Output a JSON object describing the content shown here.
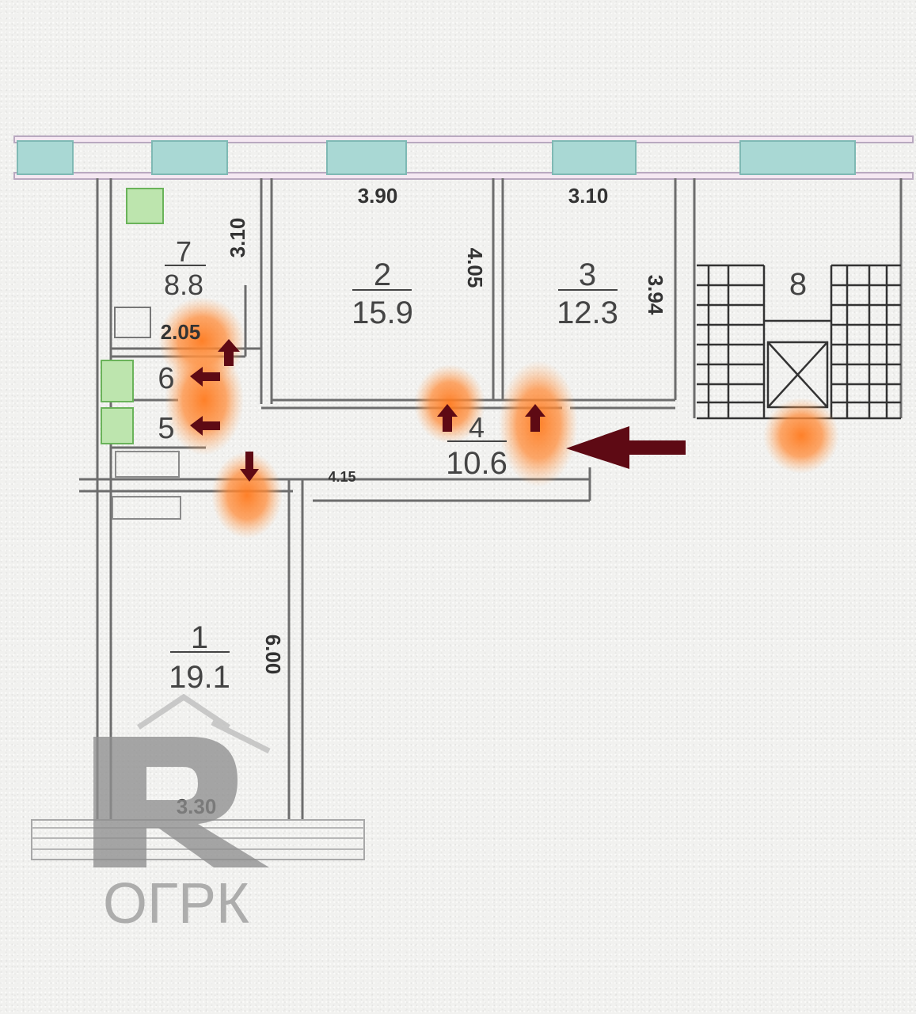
{
  "rooms": [
    {
      "number": "7",
      "area": "8.8"
    },
    {
      "number": "2",
      "area": "15.9"
    },
    {
      "number": "3",
      "area": "12.3"
    },
    {
      "number": "8",
      "area": ""
    },
    {
      "number": "6",
      "area": ""
    },
    {
      "number": "5",
      "area": ""
    },
    {
      "number": "4",
      "area": "10.6"
    },
    {
      "number": "1",
      "area": "19.1"
    }
  ],
  "dimensions": {
    "room7_height": "3.10",
    "room2_width": "3.90",
    "room2_height": "4.05",
    "room3_width": "3.10",
    "room3_height": "3.94",
    "bath_width": "2.05",
    "corridor_width": "4.15",
    "room1_height": "6.00",
    "room1_width": "3.30"
  },
  "logo": {
    "text": "ОГРК"
  },
  "colors": {
    "window": "#a9d8d4",
    "wall": "#6d6d6d",
    "arrow": "#5e0a14",
    "highlight": "#ff7a1e",
    "fixture_green": "#7dc96a"
  }
}
